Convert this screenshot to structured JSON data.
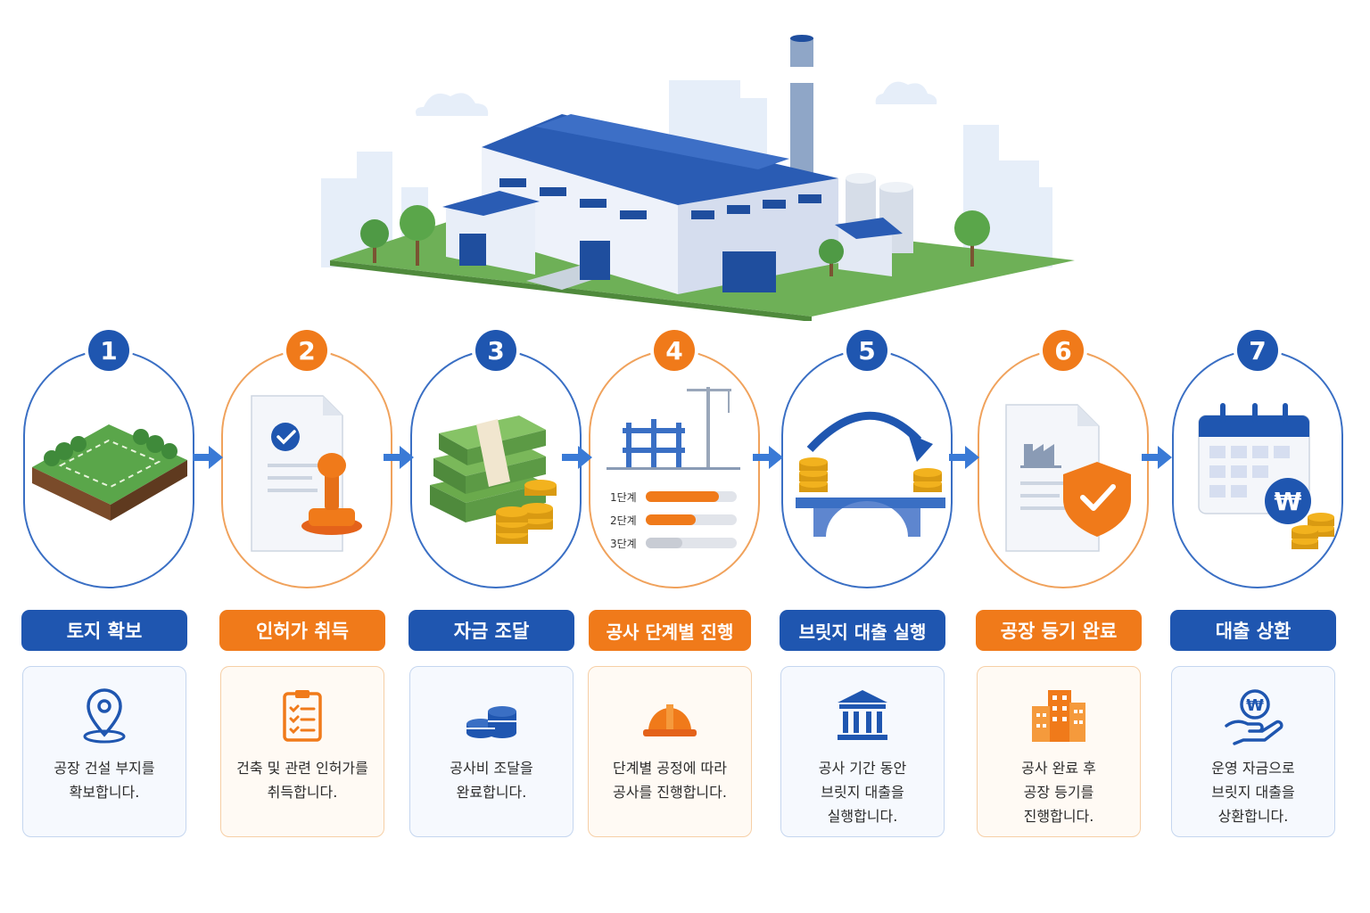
{
  "colors": {
    "blue": "#1f56b0",
    "orange": "#f07a1a",
    "green": "#5aa64a",
    "gold": "#f2b21e"
  },
  "steps": [
    {
      "number": "1",
      "title": "토지 확보",
      "desc": "공장 건설 부지를\n확보합니다.",
      "theme": "blue",
      "illustration": "land-plot",
      "icon": "location-pin-icon"
    },
    {
      "number": "2",
      "title": "인허가 취득",
      "desc": "건축 및 관련 인허가를\n취득합니다.",
      "theme": "orange",
      "illustration": "document-stamp",
      "icon": "clipboard-checklist-icon"
    },
    {
      "number": "3",
      "title": "자금 조달",
      "desc": "공사비 조달을\n완료합니다.",
      "theme": "blue",
      "illustration": "cash-and-coins",
      "icon": "coin-stack-icon"
    },
    {
      "number": "4",
      "title": "공사 단계별 진행",
      "desc": "단계별 공정에 따라\n공사를 진행합니다.",
      "theme": "orange",
      "illustration": "construction-progress",
      "icon": "hard-hat-icon",
      "phases": [
        {
          "label": "1단계",
          "progress": 0.8
        },
        {
          "label": "2단계",
          "progress": 0.55
        },
        {
          "label": "3단계",
          "progress": 0.4
        }
      ]
    },
    {
      "number": "5",
      "title": "브릿지 대출 실행",
      "desc": "공사 기간 동안\n브릿지 대출을\n실행합니다.",
      "theme": "blue",
      "illustration": "bridge-coins",
      "icon": "bank-icon"
    },
    {
      "number": "6",
      "title": "공장 등기 완료",
      "desc": "공사 완료 후\n공장 등기를\n진행합니다.",
      "theme": "orange",
      "illustration": "document-shield",
      "icon": "buildings-icon"
    },
    {
      "number": "7",
      "title": "대출 상환",
      "desc": "운영 자금으로\n브릿지 대출을\n상환합니다.",
      "theme": "blue",
      "illustration": "calendar-won",
      "icon": "hand-won-coin-icon",
      "currency_symbol": "₩"
    }
  ]
}
